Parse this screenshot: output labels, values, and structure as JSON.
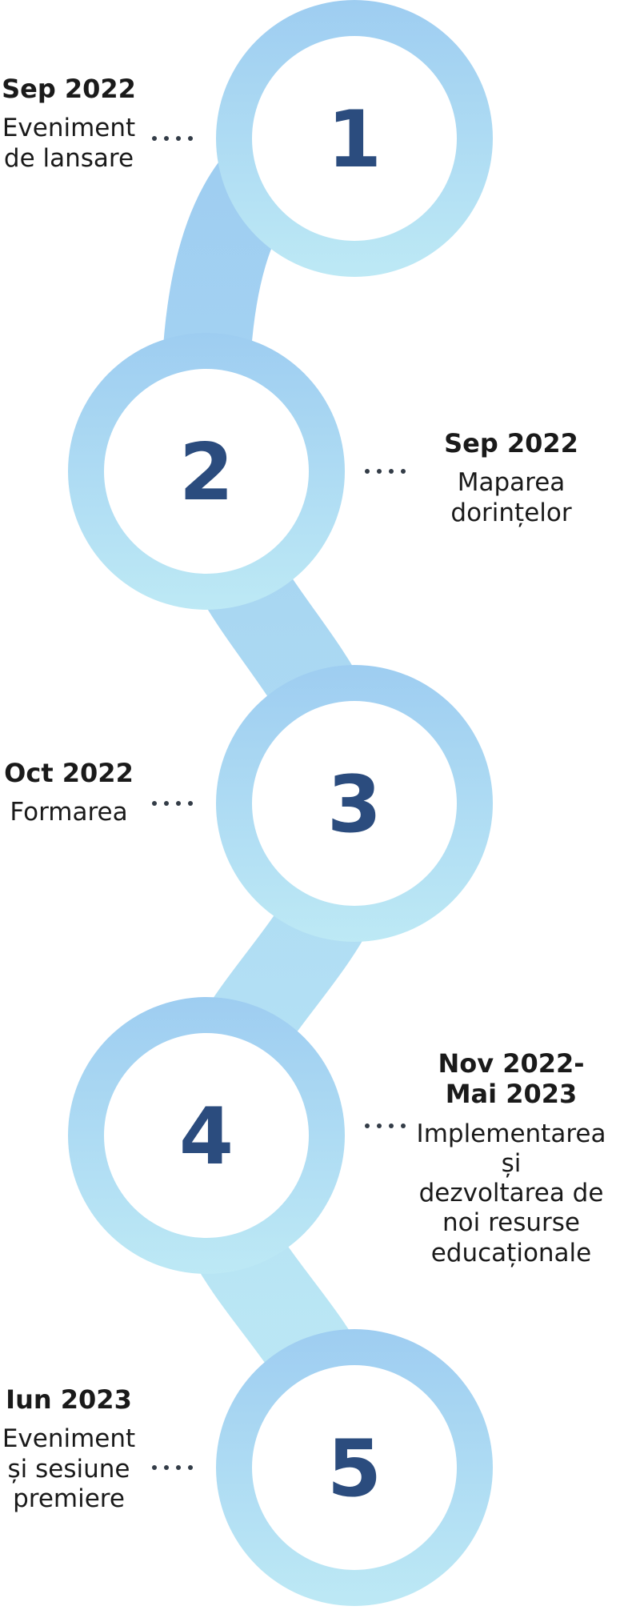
{
  "colors": {
    "snake_top": "#9ecdf1",
    "snake_bottom": "#bde9f5",
    "number": "#2b4c7e",
    "text": "#1a1a1a",
    "dots": "#333c47"
  },
  "steps": [
    {
      "number": "1",
      "date": "Sep 2022",
      "description": "Eveniment\nde lansare"
    },
    {
      "number": "2",
      "date": "Sep 2022",
      "description": "Maparea\ndorințelor"
    },
    {
      "number": "3",
      "date": "Oct 2022",
      "description": "Formarea"
    },
    {
      "number": "4",
      "date": "Nov 2022-\nMai 2023",
      "description": "Implementarea și\ndezvoltarea de\nnoi resurse\neducaționale"
    },
    {
      "number": "5",
      "date": "Iun 2023",
      "description": "Eveniment\nși sesiune\npremiere"
    }
  ]
}
